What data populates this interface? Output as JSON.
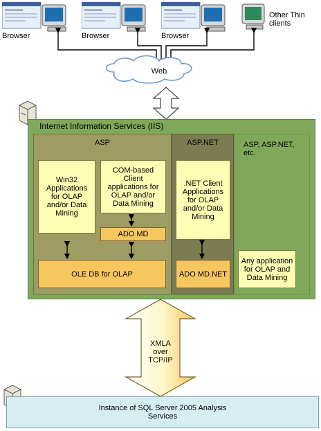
{
  "colors": {
    "iis_panel": "#80a85a",
    "asp_panel": "#9c9c63",
    "aspnet_panel": "#7c7c52",
    "yellow_box": "#fdfdb4",
    "orange_box": "#f6c65f",
    "sql_panel": "#d6eef2",
    "arrow_fill_yellow": "#f6c65f"
  },
  "clients": [
    {
      "label": "Browser"
    },
    {
      "label": "Browser"
    },
    {
      "label": "Browser"
    },
    {
      "label": "Other Thin clients"
    }
  ],
  "web_cloud": {
    "label": "Web"
  },
  "iis": {
    "title": "Internet Information Services (IIS)"
  },
  "asp": {
    "title": "ASP",
    "win32_box": "Win32 Applications for OLAP and/or Data Mining",
    "com_box": "COM-based Client applications for OLAP and/or Data Mining",
    "ado_md": "ADO MD",
    "oledb": "OLE DB for OLAP"
  },
  "aspnet": {
    "title": "ASP.NET",
    "net_client_box": ".NET Client Applications for OLAP and/or Data Mining",
    "ado_md_net": "ADO MD.NET"
  },
  "asp_aspnet_etc": {
    "title": "ASP, ASP.NET, etc.",
    "any_app_box": "Any application for OLAP and Data Mining"
  },
  "xmla": {
    "label": "XMLA over TCP/IP"
  },
  "sql": {
    "label": "Instance of SQL Server 2005 Analysis Services"
  }
}
